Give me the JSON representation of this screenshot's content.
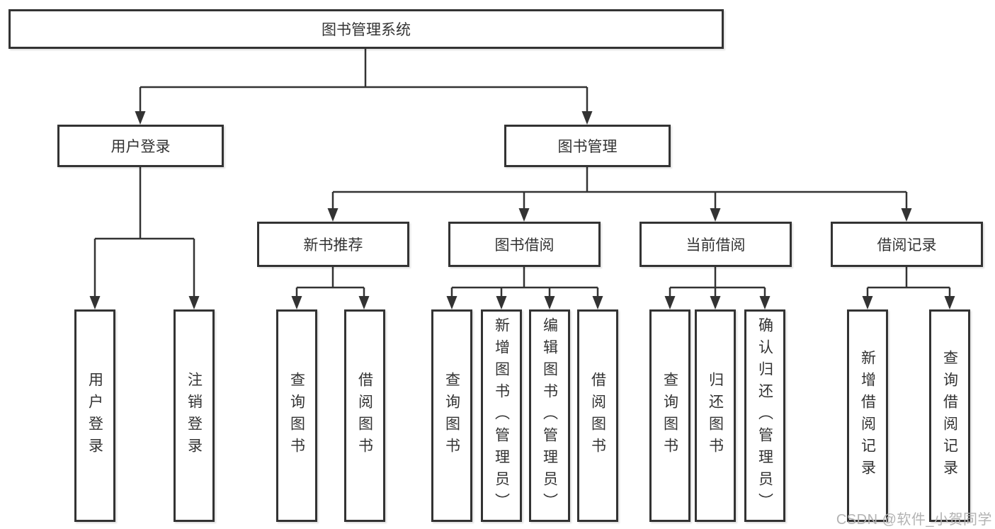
{
  "diagram": {
    "line_color": "#333333",
    "box_border_color": "#333333",
    "text_color": "#333333",
    "background": "#ffffff",
    "tree": {
      "root": "图书管理系统",
      "branches": [
        {
          "label": "用户登录",
          "children": [
            "用户登录",
            "注销登录"
          ]
        },
        {
          "label": "图书管理",
          "children": [
            {
              "label": "新书推荐",
              "children": [
                "查询图书",
                "借阅图书"
              ]
            },
            {
              "label": "图书借阅",
              "children": [
                "查询图书",
                "新增图书（管理员）",
                "编辑图书（管理员）",
                "借阅图书"
              ]
            },
            {
              "label": "当前借阅",
              "children": [
                "查询图书",
                "归还图书",
                "确认归还（管理员）"
              ]
            },
            {
              "label": "借阅记录",
              "children": [
                "新增借阅记录",
                "查询借阅记录"
              ]
            }
          ]
        }
      ]
    }
  },
  "watermark": {
    "text": "CSDN @软件_小贺同学",
    "color": "#b3b3b3"
  }
}
